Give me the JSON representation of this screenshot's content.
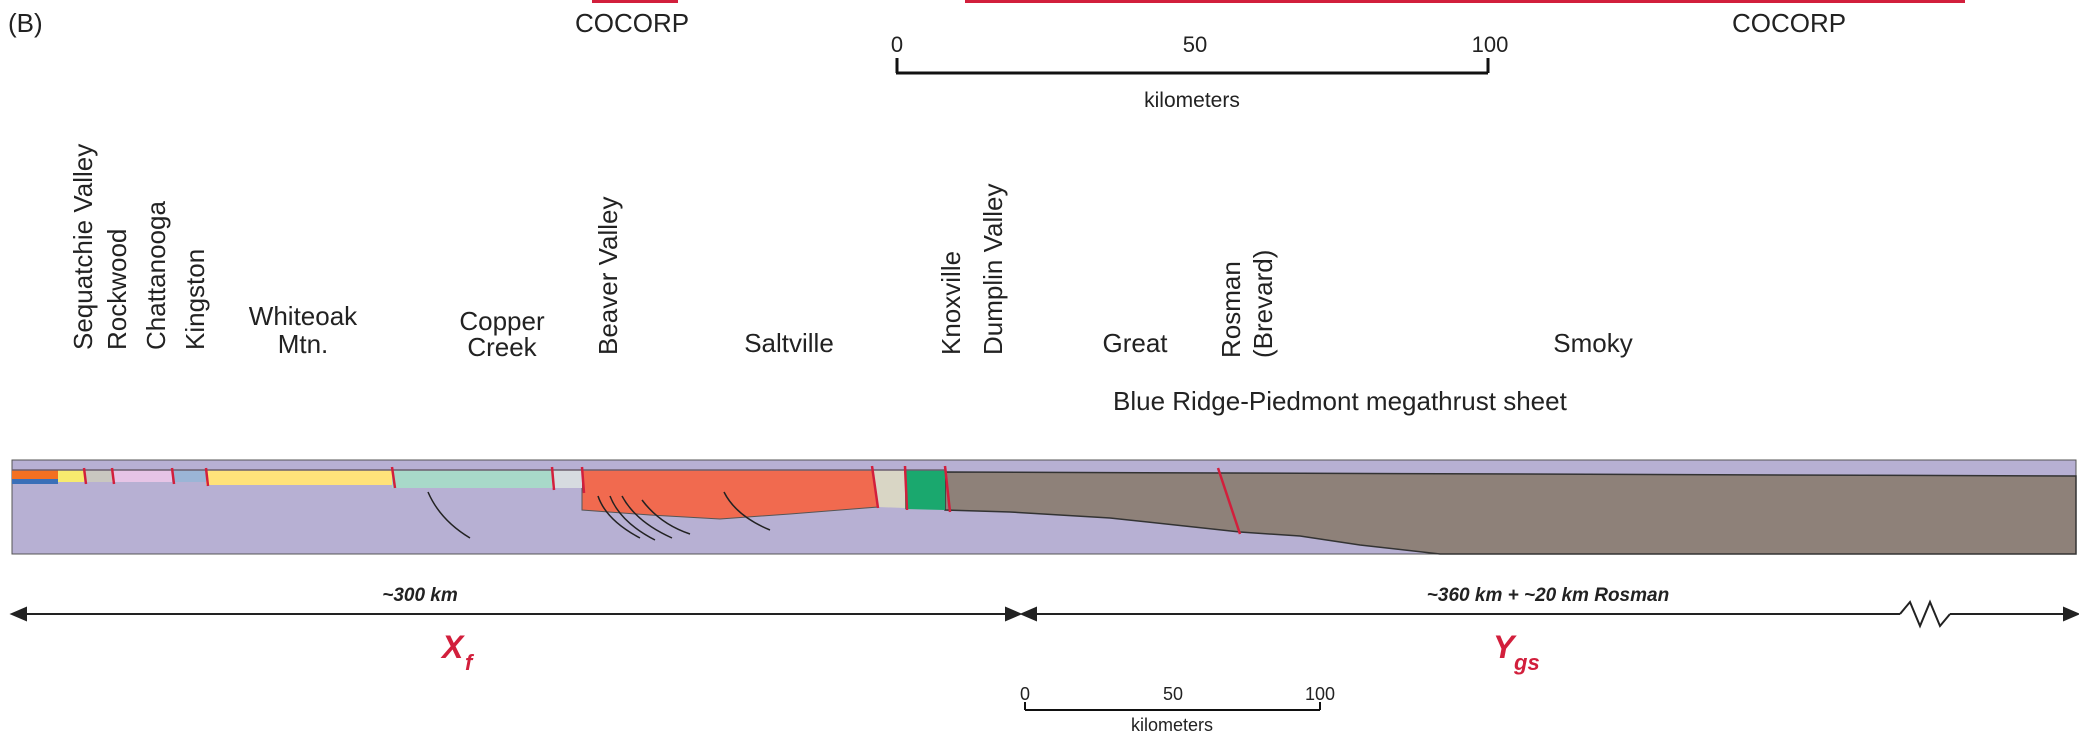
{
  "panel_label": "(B)",
  "cocorp_left": "COCORP",
  "cocorp_right": "COCORP",
  "top_scale": {
    "ticks": [
      "0",
      "50",
      "100"
    ],
    "unit": "kilometers"
  },
  "bottom_scale": {
    "ticks": [
      "0",
      "50",
      "100"
    ],
    "unit": "kilometers"
  },
  "fault_labels": {
    "sequatchie_valley": "Sequatchie Valley",
    "rockwood": "Rockwood",
    "chattanooga": "Chattanooga",
    "kingston": "Kingston",
    "whiteoak_1": "Whiteoak",
    "whiteoak_2": "Mtn.",
    "copper_1": "Copper",
    "copper_2": "Creek",
    "beaver_valley": "Beaver Valley",
    "saltville": "Saltville",
    "knoxville": "Knoxville",
    "dumplin_valley": "Dumplin Valley",
    "great": "Great",
    "rosman_1": "Rosman",
    "rosman_2": "(Brevard)",
    "smoky": "Smoky"
  },
  "megathrust_label": "Blue Ridge-Piedmont megathrust sheet",
  "distance_left": "~300 km",
  "distance_right": "~360 km + ~20 km Rosman",
  "symbol_xf": {
    "base": "X",
    "sub": "f"
  },
  "symbol_ygs": {
    "base": "Y",
    "sub": "gs"
  },
  "colors": {
    "basement": "#b7b0d3",
    "megathrust_sheet": "#8e8179",
    "saltville_sheet": "#f16a4f",
    "copper_creek_sheet": "#a8d9c9",
    "whiteoak_sheet": "#ffe27a",
    "knoxville_sheet": "#d9d6c5",
    "dumplin_sheet": "#1aa86e",
    "fault_red": "#d21f3c",
    "symbol_red": "#d21f3c"
  }
}
